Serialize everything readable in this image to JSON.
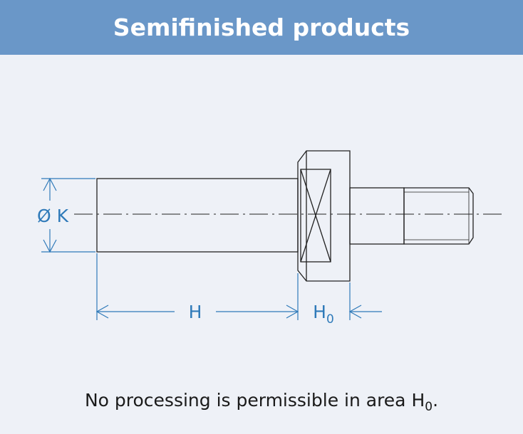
{
  "header": {
    "title": "Semifinished products"
  },
  "labels": {
    "diameter": "Ø K",
    "length": "H",
    "h0_main": "H",
    "h0_sub": "0"
  },
  "caption": {
    "text": "No processing is permissible in area H",
    "subscript": "0",
    "end": "."
  },
  "colors": {
    "header_bg": "#6a97c8",
    "dimension": "#2f7ab9",
    "outline": "#222222"
  }
}
